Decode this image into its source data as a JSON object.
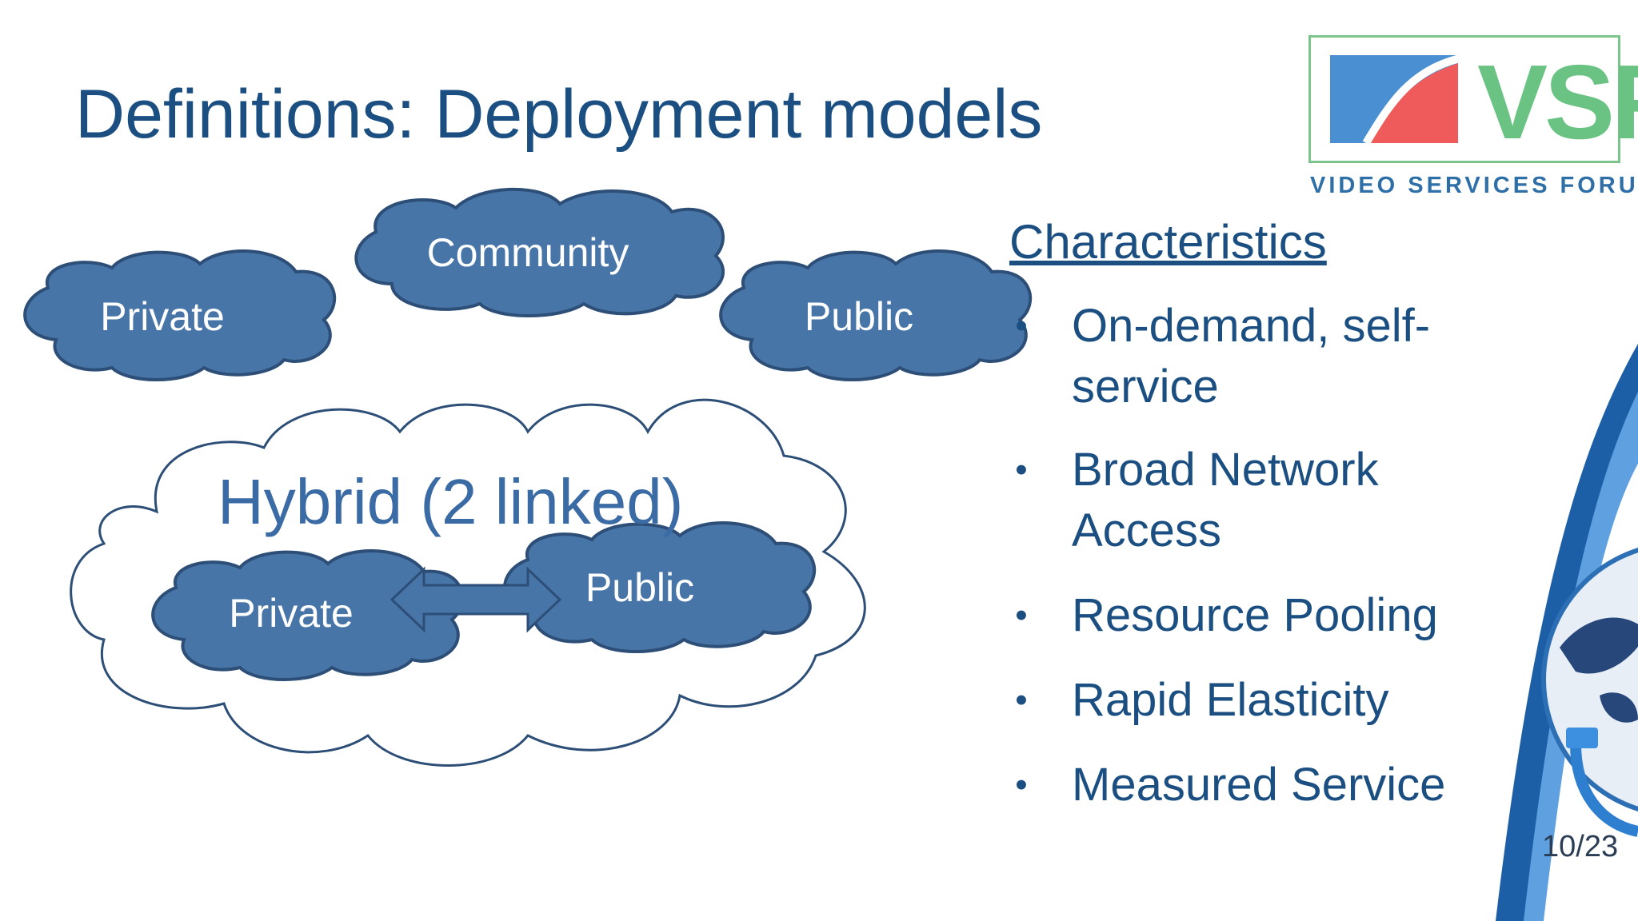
{
  "slide": {
    "title": "Definitions:  Deployment models",
    "page_number": "10/23"
  },
  "clouds": {
    "community": "Community",
    "private": "Private",
    "public": "Public",
    "hybrid_title": "Hybrid (2 linked)",
    "hybrid_private": "Private",
    "hybrid_public": "Public"
  },
  "characteristics": {
    "heading": "Characteristics",
    "bullet_glyph": "•",
    "items": [
      "On-demand, self-service",
      "Broad Network Access",
      "Resource Pooling",
      "Rapid Elasticity",
      "Measured Service"
    ]
  },
  "logo": {
    "mark_text": "VSF",
    "tagline": "VIDEO SERVICES FORUM"
  },
  "colors": {
    "title": "#1b4f82",
    "cloud_fill": "#4775a8",
    "cloud_stroke": "#2d4f77",
    "logo_green": "#6bc383",
    "logo_blue": "#4a8fd1",
    "logo_red": "#ef5b5b"
  }
}
